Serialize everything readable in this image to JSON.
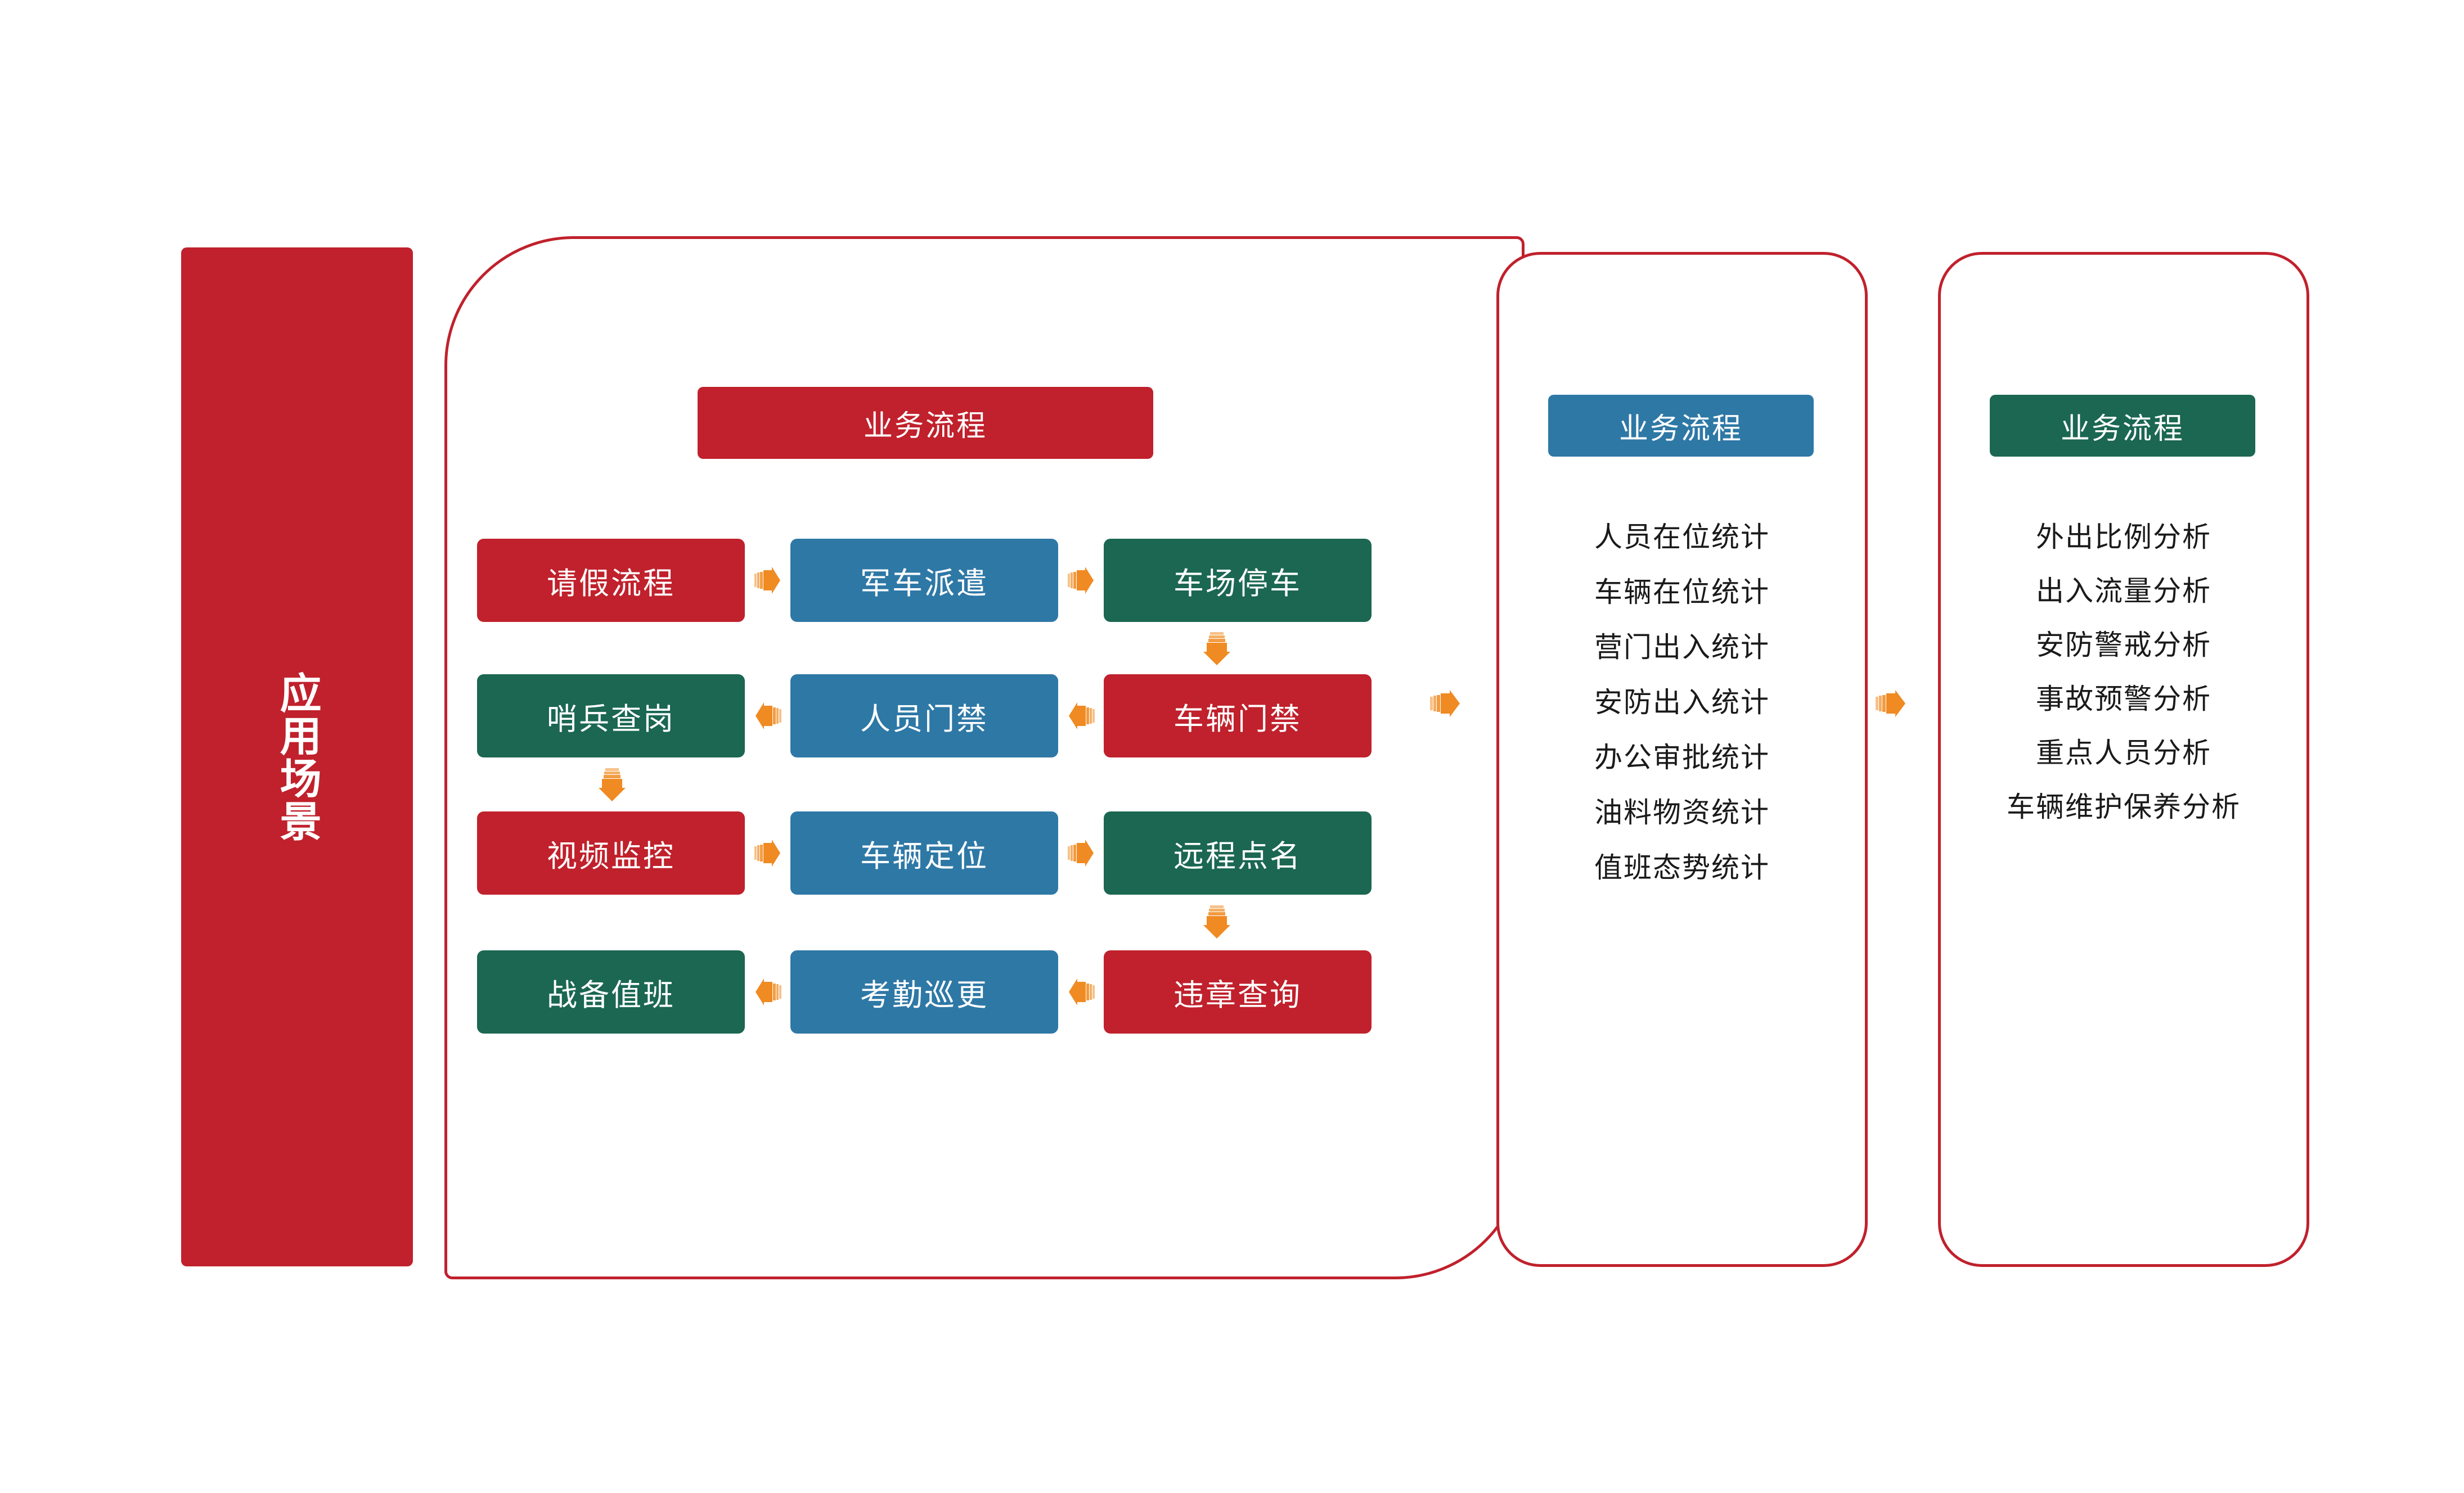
{
  "diagram": {
    "title_banner": {
      "label": "应用场景",
      "color": "#C0212C"
    },
    "palette": {
      "red": "#C0212C",
      "blue": "#2E78A6",
      "green": "#1B6751",
      "arrow_orange": "#F08A22",
      "panel_border": "#C0212C",
      "background": "#FFFFFF",
      "text_dark": "#1A1A1A",
      "text_light": "#FFFFFF"
    },
    "panels": [
      {
        "name": "business-flow-panel",
        "header": "业务流程",
        "header_color": "#C0212C"
      },
      {
        "name": "statistics-panel",
        "header": "业务流程",
        "header_color": "#2E78A6"
      },
      {
        "name": "analysis-panel",
        "header": "业务流程",
        "header_color": "#1B6751"
      }
    ],
    "flow_rows": [
      {
        "direction": "right",
        "nodes": [
          {
            "label": "请假流程",
            "color": "red"
          },
          {
            "label": "军车派遣",
            "color": "blue"
          },
          {
            "label": "车场停车",
            "color": "green"
          }
        ]
      },
      {
        "direction": "left",
        "nodes": [
          {
            "label": "哨兵查岗",
            "color": "green"
          },
          {
            "label": "人员门禁",
            "color": "blue"
          },
          {
            "label": "车辆门禁",
            "color": "red"
          }
        ]
      },
      {
        "direction": "right",
        "nodes": [
          {
            "label": "视频监控",
            "color": "red"
          },
          {
            "label": "车辆定位",
            "color": "blue"
          },
          {
            "label": "远程点名",
            "color": "green"
          }
        ]
      },
      {
        "direction": "left",
        "nodes": [
          {
            "label": "战备值班",
            "color": "green"
          },
          {
            "label": "考勤巡更",
            "color": "blue"
          },
          {
            "label": "违章查询",
            "color": "red"
          }
        ]
      }
    ],
    "statistics_items": [
      "人员在位统计",
      "车辆在位统计",
      "营门出入统计",
      "安防出入统计",
      "办公审批统计",
      "油料物资统计",
      "值班态势统计"
    ],
    "analysis_items": [
      "外出比例分析",
      "出入流量分析",
      "安防警戒分析",
      "事故预警分析",
      "重点人员分析",
      "车辆维护保养分析"
    ]
  }
}
